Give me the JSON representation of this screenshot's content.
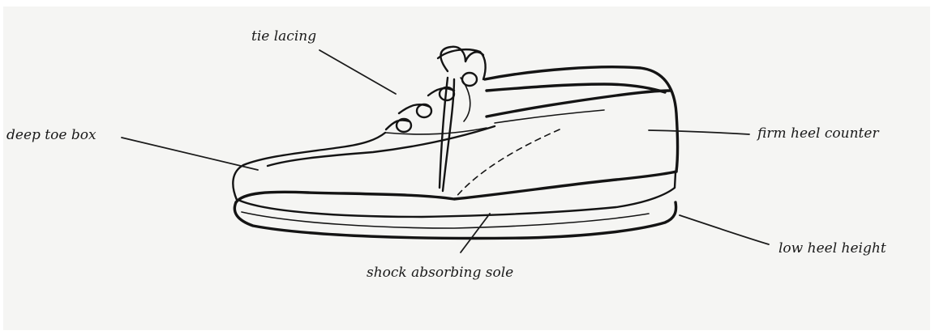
{
  "labels": {
    "tie_lacing": "tie lacing",
    "deep_toe_box": "deep toe box",
    "firm_heel_counter": "firm heel counter",
    "shock_absorbing_sole": "shock absorbing sole",
    "low_heel_height": "low heel height"
  },
  "colors": {
    "background": "#ffffff",
    "paper": "#f4f4f2",
    "ink": "#141414"
  }
}
